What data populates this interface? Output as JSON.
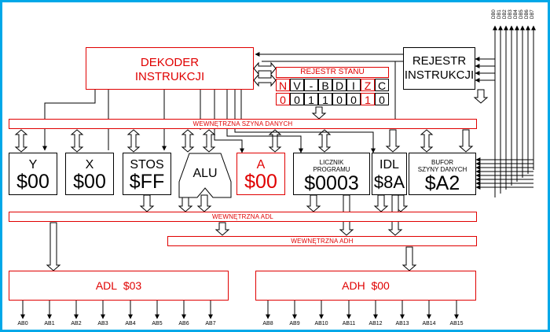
{
  "decoder": {
    "line1": "DEKODER",
    "line2": "INSTRUKCJI"
  },
  "instruction_register": {
    "line1": "REJESTR",
    "line2": "INSTRUKCJI"
  },
  "status_register": {
    "title": "REJESTR STANU",
    "flags": [
      {
        "name": "N",
        "value": "0"
      },
      {
        "name": "V",
        "value": "0"
      },
      {
        "name": "-",
        "value": "1"
      },
      {
        "name": "B",
        "value": "1"
      },
      {
        "name": "D",
        "value": "0"
      },
      {
        "name": "I",
        "value": "0"
      },
      {
        "name": "Z",
        "value": "1"
      },
      {
        "name": "C",
        "value": "0"
      }
    ]
  },
  "buses": {
    "data": "WEWNĘTRZNA SZYNA DANYCH",
    "adl": "WEWNĘTRZNA ADL",
    "adh": "WEWNĘTRZNA ADH"
  },
  "registers": {
    "y": {
      "name": "Y",
      "value": "$00"
    },
    "x": {
      "name": "X",
      "value": "$00"
    },
    "stos": {
      "name": "STOS",
      "value": "$FF"
    },
    "alu": {
      "name": "ALU"
    },
    "a": {
      "name": "A",
      "value": "$00"
    },
    "pc": {
      "line1": "LICZNIK",
      "line2": "PROGRAMU",
      "value": "$0003"
    },
    "idl": {
      "name": "IDL",
      "value": "$8A"
    },
    "buffer": {
      "line1": "BUFOR",
      "line2": "SZYNY DANYCH",
      "value": "$A2"
    }
  },
  "adl_output": {
    "label": "ADL",
    "value": "$03"
  },
  "adh_output": {
    "label": "ADH",
    "value": "$00"
  },
  "address_lines_low": [
    "AB0",
    "AB1",
    "AB2",
    "AB3",
    "AB4",
    "AB5",
    "AB6",
    "AB7"
  ],
  "address_lines_high": [
    "AB8",
    "AB9",
    "AB10",
    "AB11",
    "AB12",
    "AB13",
    "AB14",
    "AB15"
  ],
  "data_lines": [
    "DB0",
    "DB1",
    "DB2",
    "DB3",
    "DB4",
    "DB5",
    "DB6",
    "DB7"
  ],
  "colors": {
    "frame": "#00a8e8",
    "accent": "#e00000",
    "line": "#000000"
  }
}
